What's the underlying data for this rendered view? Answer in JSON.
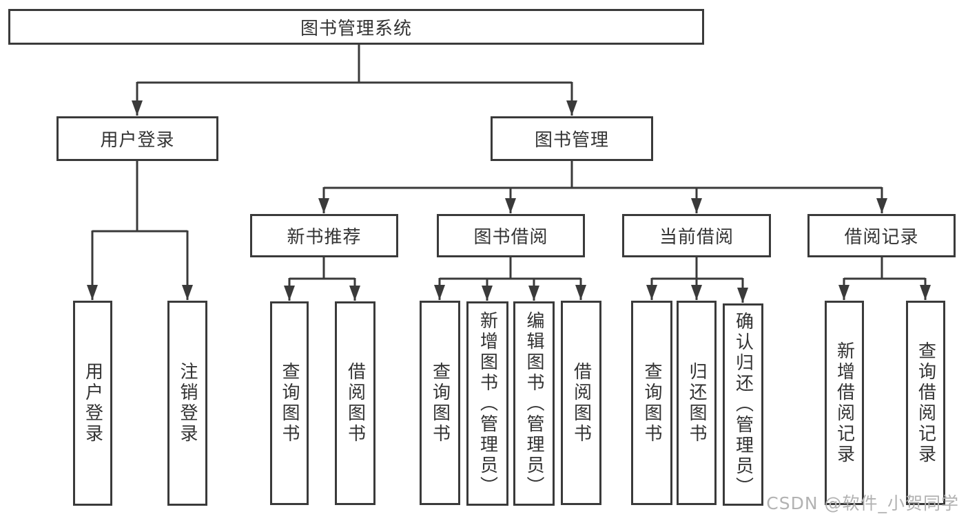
{
  "diagram_type": "hierarchy-tree",
  "tree": {
    "root": {
      "label": "图书管理系统",
      "children": [
        {
          "label": "用户登录",
          "children": [
            "用户登录",
            "注销登录"
          ]
        },
        {
          "label": "图书管理",
          "children": [
            {
              "label": "新书推荐",
              "children": [
                "查询图书",
                "借阅图书"
              ]
            },
            {
              "label": "图书借阅",
              "children": [
                "查询图书",
                "新增图书（管理员）",
                "编辑图书（管理员）",
                "借阅图书"
              ]
            },
            {
              "label": "当前借阅",
              "children": [
                "查询图书",
                "归还图书",
                "确认归还（管理员）"
              ]
            },
            {
              "label": "借阅记录",
              "children": [
                "新增借阅记录",
                "查询借阅记录"
              ]
            }
          ]
        }
      ]
    }
  },
  "watermark": {
    "text": "CSDN @软件_小贺同学"
  },
  "colors": {
    "line": "#3a3a3a",
    "box_border": "#3a3a3a",
    "text": "#333333",
    "watermark": "#b2b2b2",
    "background": "#ffffff"
  }
}
